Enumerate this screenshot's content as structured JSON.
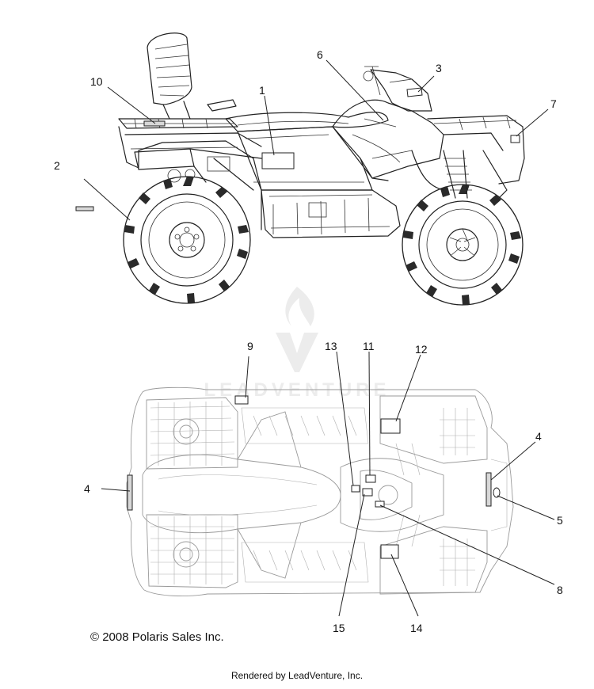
{
  "diagram": {
    "callouts": [
      {
        "id": "c1",
        "label": "1"
      },
      {
        "id": "c2",
        "label": "2"
      },
      {
        "id": "c3",
        "label": "3"
      },
      {
        "id": "c4a",
        "label": "4"
      },
      {
        "id": "c4b",
        "label": "4"
      },
      {
        "id": "c5",
        "label": "5"
      },
      {
        "id": "c6",
        "label": "6"
      },
      {
        "id": "c7",
        "label": "7"
      },
      {
        "id": "c8",
        "label": "8"
      },
      {
        "id": "c9",
        "label": "9"
      },
      {
        "id": "c10",
        "label": "10"
      },
      {
        "id": "c11",
        "label": "11"
      },
      {
        "id": "c12",
        "label": "12"
      },
      {
        "id": "c13",
        "label": "13"
      },
      {
        "id": "c14",
        "label": "14"
      },
      {
        "id": "c15",
        "label": "15"
      }
    ]
  },
  "footer": {
    "copyright": "© 2008 Polaris Sales Inc.",
    "rendered_by": "Rendered by LeadVenture, Inc."
  },
  "watermark": {
    "text": "LEADVENTURE"
  }
}
